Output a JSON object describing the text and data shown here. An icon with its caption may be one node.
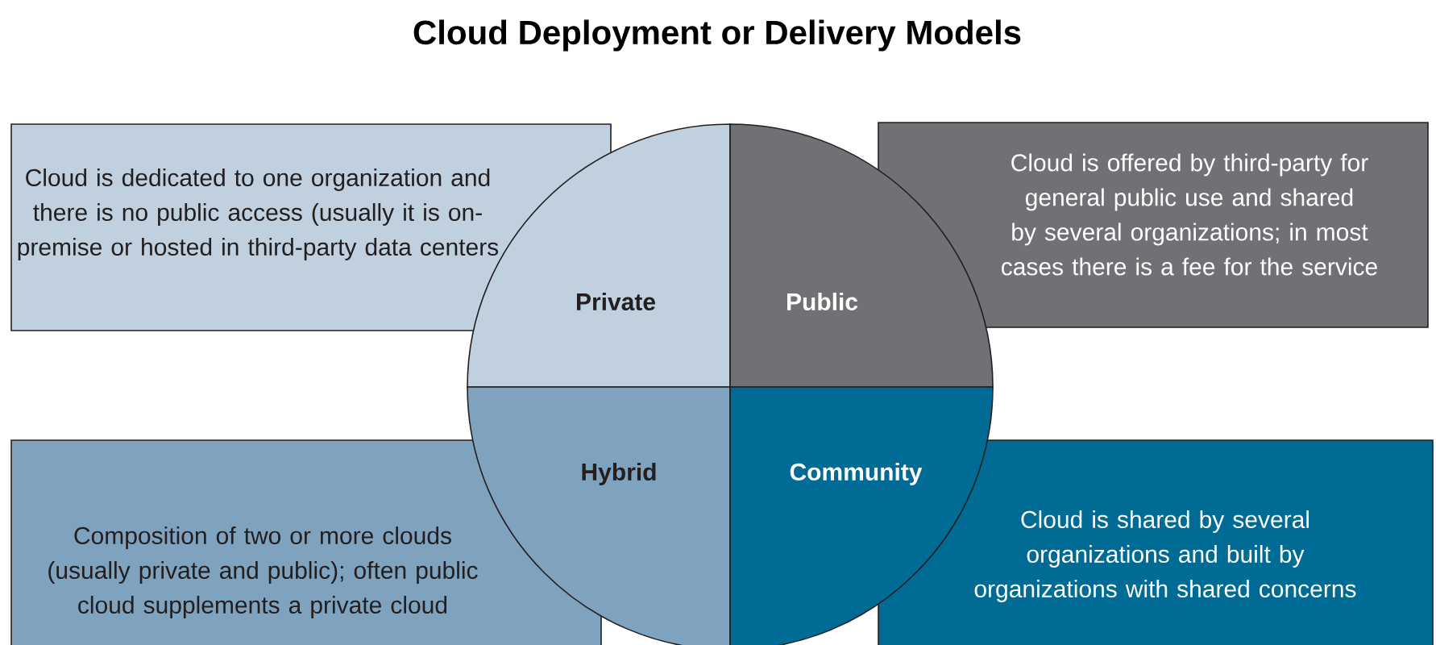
{
  "diagram": {
    "title": "Cloud Deployment or Delivery Models",
    "nodes": [
      {
        "text": [
          "Cloud is dedicated to one organization and there is no public access (usually it is on-premise or hosted in third-party data centers"
        ]
      },
      {
        "text": [
          "Private"
        ]
      },
      {
        "text": [
          "Public"
        ]
      },
      {
        "text": [
          "Cloud is offered by third-party for general public use and shared by several organizations; in most cases there is a fee for the service"
        ]
      },
      {
        "text": [
          "Composition of two or more clouds (usually private and public); often public cloud supplements a private cloud"
        ]
      },
      {
        "text": [
          "Hybrid"
        ]
      },
      {
        "text": [
          "Community"
        ]
      },
      {
        "text": [
          "Cloud is shared by several organizations and built by organizations with shared concerns"
        ]
      }
    ]
  }
}
